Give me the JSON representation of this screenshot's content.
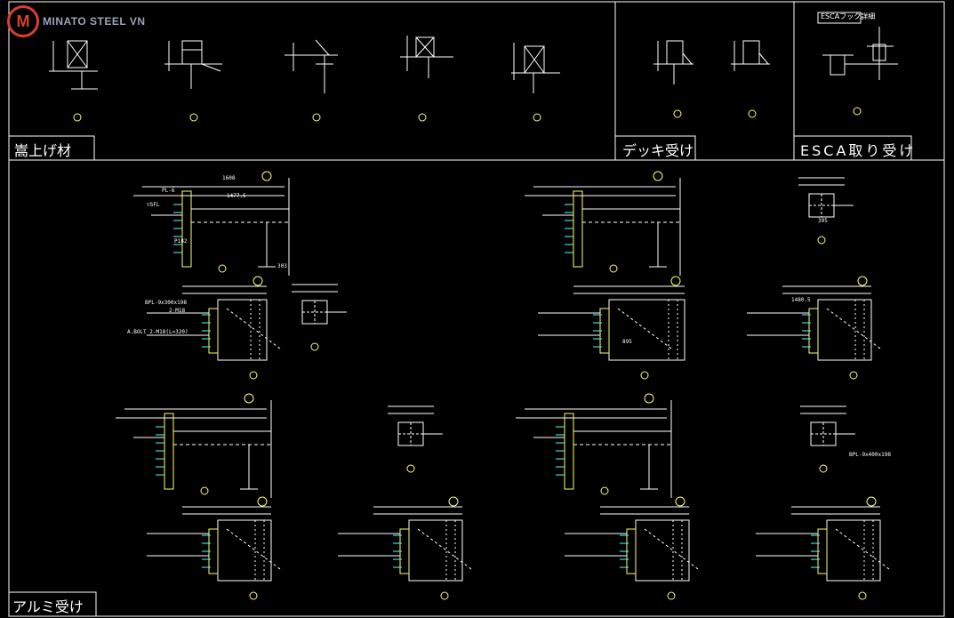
{
  "watermark": {
    "logo_letter": "M",
    "brand_text": "MINATO STEEL VN"
  },
  "sections": {
    "top_left_title": "嵩上げ材",
    "top_mid_title": "デッキ受け",
    "top_right_title": "ESCA取り受け",
    "bottom_title": "アルミ受け"
  },
  "detail_labels": {
    "esca_header": "ESCAフック詳細",
    "bpl_a": "BPL-9x300x198",
    "bpl_b": "BPL-9x400x198",
    "abolt": "A.BOLT 2-M18(L=320)",
    "p182": "P182",
    "m18": "2-M18",
    "dim_1608": "1608",
    "dim_1477": "1477.5",
    "dim_1480": "1480.5",
    "dim_303": "303",
    "dim_895": "895",
    "dim_395": "395",
    "sfl": "▽SFL",
    "pl6": "PL-6"
  },
  "colors": {
    "line": "#ffffff",
    "accent": "#ffff66",
    "red": "#ff4040",
    "cyan": "#55ffff",
    "green": "#66ff66"
  }
}
